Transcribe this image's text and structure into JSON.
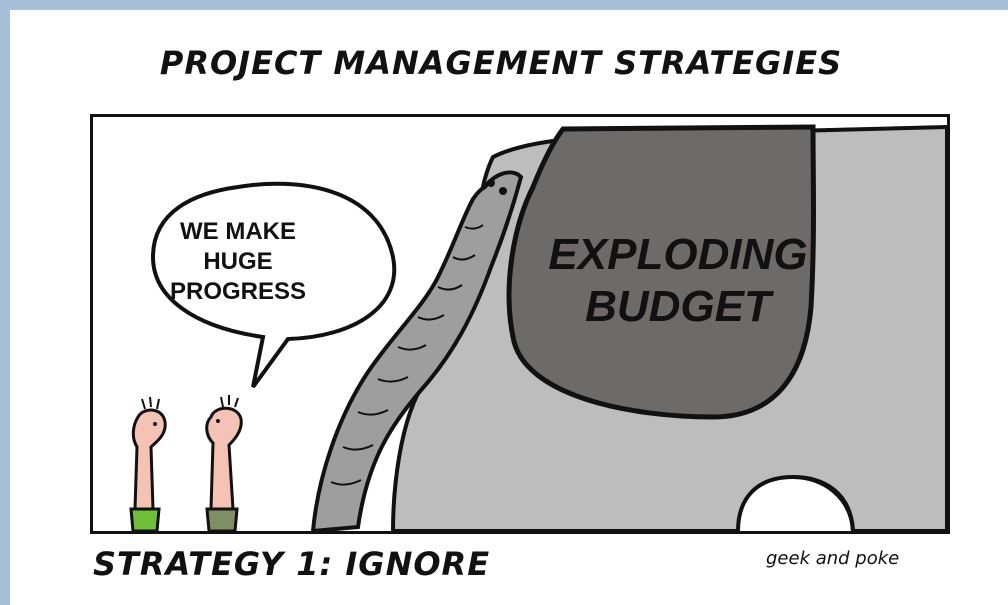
{
  "comic": {
    "title": "PROJECT MANAGEMENT STRATEGIES",
    "speech": "WE MAKE\nHUGE\nPROGRESS",
    "elephant_label": "EXPLODING\nBUDGET",
    "caption": "STRATEGY 1: IGNORE",
    "signature": "geek and poke"
  },
  "colors": {
    "background": "#a7bfd8",
    "elephant": "#bdbdbd",
    "budget_patch": "#6e6a68",
    "skin": "#f4c3b5",
    "pants_left": "#6fbf3a",
    "pants_right": "#7f8f63",
    "ink": "#111111"
  },
  "icons": [
    "elephant-drawing",
    "person-figure",
    "speech-bubble"
  ]
}
